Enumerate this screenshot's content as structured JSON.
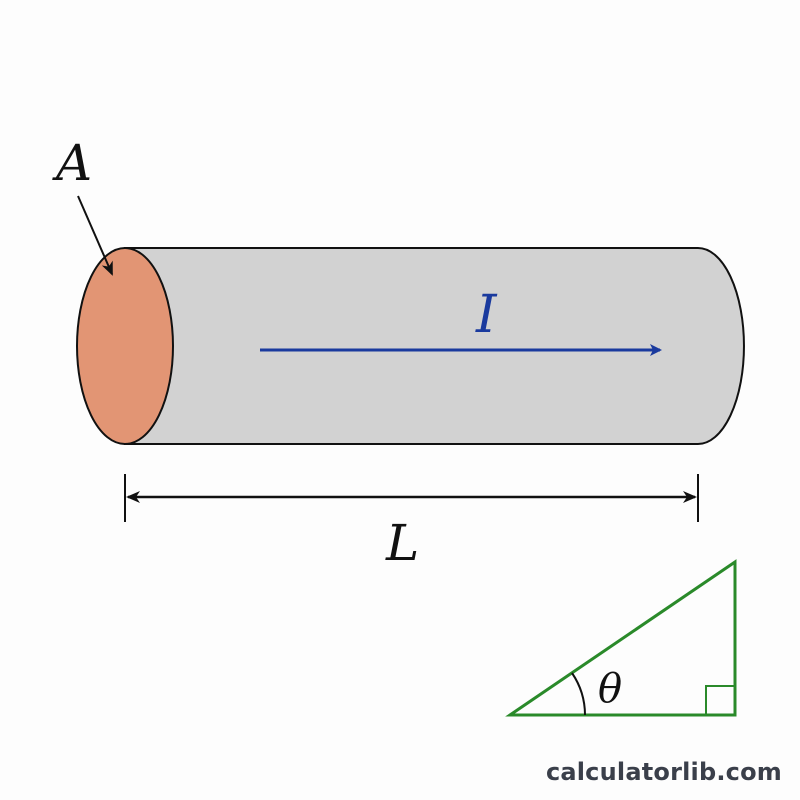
{
  "labels": {
    "area": "A",
    "current": "I",
    "length": "L",
    "angle": "θ"
  },
  "watermark": "calculatorlib.com",
  "colors": {
    "background": "#fdfdfd",
    "cylinder_body": "#d2d2d2",
    "cross_section": "#e29574",
    "outline": "#111111",
    "current_arrow": "#1a3a9e",
    "triangle": "#2a8a2a",
    "watermark": "#3a3f4a"
  }
}
